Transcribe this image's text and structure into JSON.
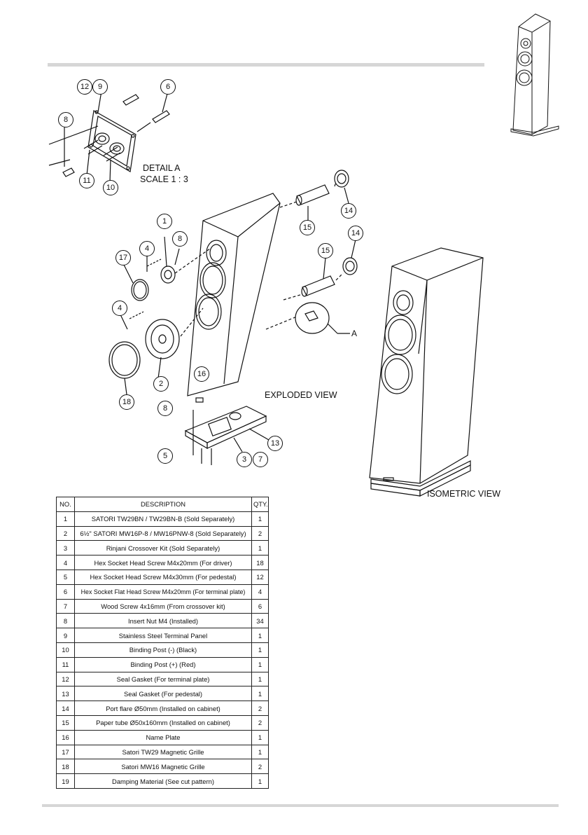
{
  "labels": {
    "detail_a": "DETAIL A",
    "scale": "SCALE 1 : 3",
    "exploded_view": "EXPLODED VIEW",
    "isometric_view": "ISOMETRIC VIEW",
    "detail_ref": "A"
  },
  "callouts": {
    "c12": "12",
    "c9a": "9",
    "c6": "6",
    "c8a": "8",
    "c11": "11",
    "c10": "10",
    "c14a": "14",
    "c15a": "15",
    "c14b": "14",
    "c15b": "15",
    "c1": "1",
    "c4a": "4",
    "c8b": "8",
    "c17": "17",
    "c4b": "4",
    "c2": "2",
    "c18": "18",
    "c16": "16",
    "c8c": "8",
    "c5": "5",
    "c3": "3",
    "c7": "7",
    "c13": "13"
  },
  "table": {
    "headers": {
      "no": "NO.",
      "description": "DESCRIPTION",
      "qty": "QTY."
    },
    "rows": [
      {
        "no": "1",
        "description": "SATORI TW29BN / TW29BN-B (Sold Separately)",
        "qty": "1"
      },
      {
        "no": "2",
        "description": "6½\" SATORI MW16P-8 / MW16PNW-8 (Sold Separately)",
        "qty": "2"
      },
      {
        "no": "3",
        "description": "Rinjani Crossover Kit (Sold Separately)",
        "qty": "1"
      },
      {
        "no": "4",
        "description": "Hex Socket Head Screw M4x20mm (For driver)",
        "qty": "18"
      },
      {
        "no": "5",
        "description": "Hex Socket Head Screw M4x30mm (For pedestal)",
        "qty": "12"
      },
      {
        "no": "6",
        "description": "Hex Socket Flat Head Screw M4x20mm (For terminal plate)",
        "qty": "4"
      },
      {
        "no": "7",
        "description": "Wood Screw 4x16mm (From crossover kit)",
        "qty": "6"
      },
      {
        "no": "8",
        "description": "Insert Nut M4 (Installed)",
        "qty": "34"
      },
      {
        "no": "9",
        "description": "Stainless Steel Terminal Panel",
        "qty": "1"
      },
      {
        "no": "10",
        "description": "Binding Post (-) (Black)",
        "qty": "1"
      },
      {
        "no": "11",
        "description": "Binding Post (+) (Red)",
        "qty": "1"
      },
      {
        "no": "12",
        "description": "Seal Gasket (For terminal plate)",
        "qty": "1"
      },
      {
        "no": "13",
        "description": "Seal Gasket (For pedestal)",
        "qty": "1"
      },
      {
        "no": "14",
        "description": "Port flare Ø50mm (Installed on cabinet)",
        "qty": "2"
      },
      {
        "no": "15",
        "description": "Paper tube Ø50x160mm (Installed on cabinet)",
        "qty": "2"
      },
      {
        "no": "16",
        "description": "Name Plate",
        "qty": "1"
      },
      {
        "no": "17",
        "description": "Satori TW29 Magnetic Grille",
        "qty": "1"
      },
      {
        "no": "18",
        "description": "Satori MW16 Magnetic Grille",
        "qty": "2"
      },
      {
        "no": "19",
        "description": "Damping Material (See cut pattern)",
        "qty": "1"
      }
    ]
  }
}
